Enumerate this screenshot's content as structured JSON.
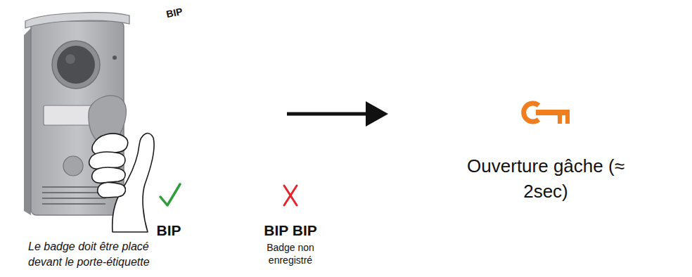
{
  "diagram": {
    "labels": [
      "BIP",
      "Le badge doit être placé devant le porte-étiquette",
      "BIP",
      "BIP BIP",
      "Badge non enregistré",
      "Ouverture gâche (≈ 2sec)"
    ]
  }
}
